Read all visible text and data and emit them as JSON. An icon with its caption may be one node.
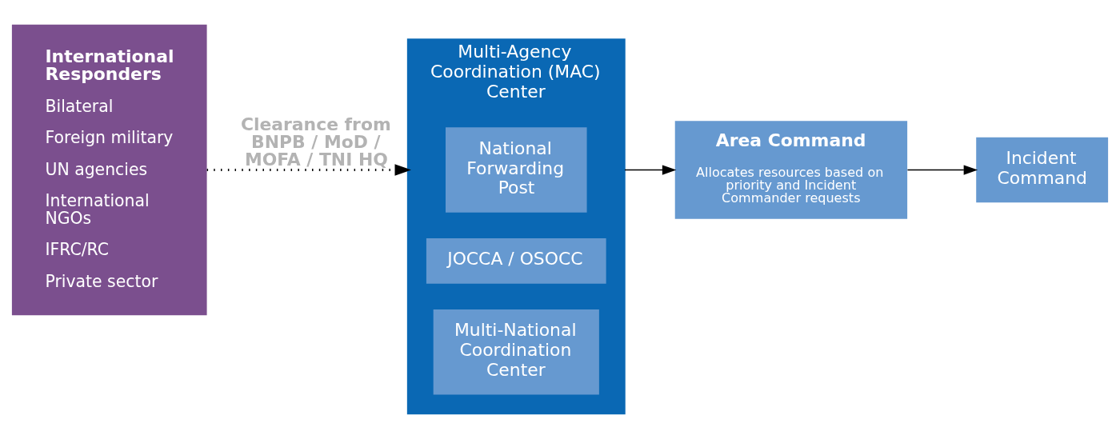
{
  "diagram": {
    "nodes": [
      {
        "text": [
          "International Responders",
          "Bilateral",
          "Foreign military",
          "UN agencies",
          "International NGOs",
          "IFRC/RC",
          "Private sector"
        ]
      },
      {
        "text": [
          "Multi-Agency Coordination (MAC) Center"
        ]
      },
      {
        "text": [
          "National Forwarding Post"
        ],
        "in": 1
      },
      {
        "text": [
          "JOCCA / OSOCC"
        ],
        "in": 1
      },
      {
        "text": [
          "Multi-National Coordination Center"
        ],
        "in": 1
      },
      {
        "text": [
          "Area Command",
          "Allocates resources based on priority and Incident Commander requests"
        ]
      },
      {
        "text": [
          "Incident Command"
        ]
      }
    ],
    "edges": [
      {
        "from": 0,
        "to": 1,
        "arrow": "to",
        "label": "Clearance from BNPB / MoD / MOFA / TNI HQ",
        "style": "dashed"
      },
      {
        "from": 1,
        "to": 5,
        "arrow": "to"
      },
      {
        "from": 5,
        "to": 6,
        "arrow": "to"
      }
    ]
  }
}
